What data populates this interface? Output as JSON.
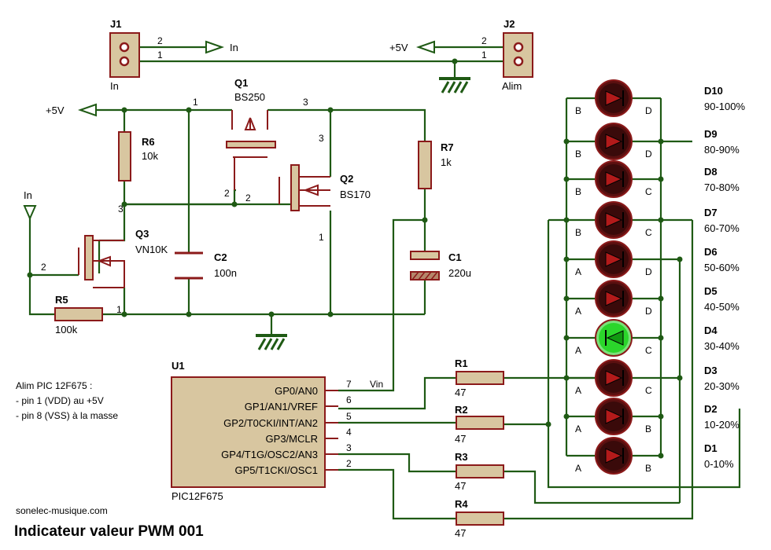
{
  "title": "Indicateur valeur PWM 001",
  "website": "sonelec-musique.com",
  "note": [
    "Alim PIC 12F675 :",
    "- pin 1 (VDD) au +5V",
    "- pin 8 (VSS) à la masse"
  ],
  "colors": {
    "wire": "#1f5a14",
    "component": "#8b1a1a",
    "body": "#d8c6a0",
    "led_off": "#3a0a0a",
    "led_on": "#2bd62b"
  },
  "connectors": {
    "j1": {
      "ref": "J1",
      "value": "In",
      "pin1": "1",
      "pin2": "2",
      "net_label": "In"
    },
    "j2": {
      "ref": "J2",
      "value": "Alim",
      "pin1": "1",
      "pin2": "2",
      "net_label": "+5V"
    }
  },
  "power": {
    "vcc_label": "+5V",
    "input_label": "In"
  },
  "transistors": {
    "q1": {
      "ref": "Q1",
      "value": "BS250",
      "pins": [
        "1",
        "2",
        "3"
      ]
    },
    "q2": {
      "ref": "Q2",
      "value": "BS170",
      "pins": [
        "1",
        "2",
        "3"
      ]
    },
    "q3": {
      "ref": "Q3",
      "value": "VN10K",
      "pins": [
        "1",
        "2",
        "3"
      ]
    }
  },
  "passives": {
    "r6": {
      "ref": "R6",
      "value": "10k"
    },
    "r5": {
      "ref": "R5",
      "value": "100k"
    },
    "r7": {
      "ref": "R7",
      "value": "1k"
    },
    "c2": {
      "ref": "C2",
      "value": "100n"
    },
    "c1": {
      "ref": "C1",
      "value": "220u"
    },
    "r1": {
      "ref": "R1",
      "value": "47"
    },
    "r2": {
      "ref": "R2",
      "value": "47"
    },
    "r3": {
      "ref": "R3",
      "value": "47"
    },
    "r4": {
      "ref": "R4",
      "value": "47"
    }
  },
  "mcu": {
    "ref": "U1",
    "part": "PIC12F675",
    "pins": [
      {
        "name": "GP0/AN0",
        "num": "7",
        "extra": "Vin"
      },
      {
        "name": "GP1/AN1/VREF",
        "num": "6",
        "extra": ""
      },
      {
        "name": "GP2/T0CKI/INT/AN2",
        "num": "5",
        "extra": ""
      },
      {
        "name": "GP3/MCLR",
        "num": "4",
        "extra": ""
      },
      {
        "name": "GP4/T1G/OSC2/AN3",
        "num": "3",
        "extra": ""
      },
      {
        "name": "GP5/T1CKI/OSC1",
        "num": "2",
        "extra": ""
      }
    ]
  },
  "leds": [
    {
      "ref": "D10",
      "range": "90-100%",
      "left": "B",
      "right": "D",
      "lit": false
    },
    {
      "ref": "D9",
      "range": "80-90%",
      "left": "B",
      "right": "D",
      "lit": false
    },
    {
      "ref": "D8",
      "range": "70-80%",
      "left": "B",
      "right": "C",
      "lit": false
    },
    {
      "ref": "D7",
      "range": "60-70%",
      "left": "B",
      "right": "C",
      "lit": false
    },
    {
      "ref": "D6",
      "range": "50-60%",
      "left": "A",
      "right": "D",
      "lit": false
    },
    {
      "ref": "D5",
      "range": "40-50%",
      "left": "A",
      "right": "D",
      "lit": false
    },
    {
      "ref": "D4",
      "range": "30-40%",
      "left": "A",
      "right": "C",
      "lit": true
    },
    {
      "ref": "D3",
      "range": "20-30%",
      "left": "A",
      "right": "C",
      "lit": false
    },
    {
      "ref": "D2",
      "range": "10-20%",
      "left": "A",
      "right": "B",
      "lit": false
    },
    {
      "ref": "D1",
      "range": "0-10%",
      "left": "A",
      "right": "B",
      "lit": false
    }
  ]
}
